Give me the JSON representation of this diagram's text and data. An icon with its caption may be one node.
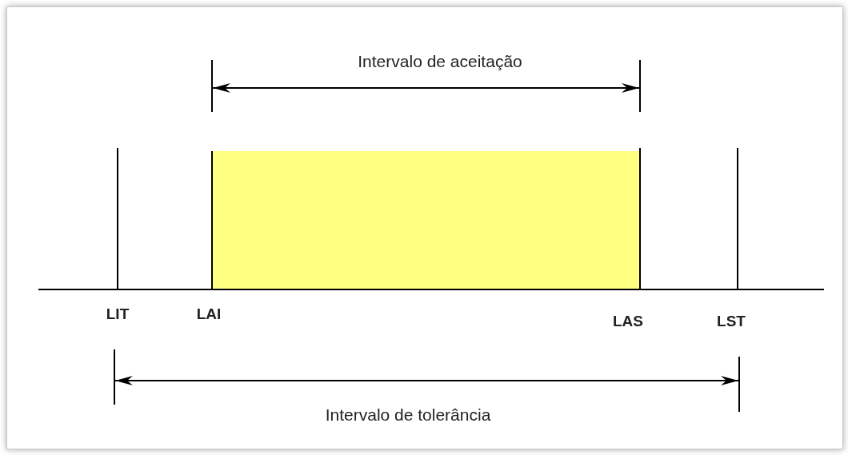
{
  "diagram": {
    "nodes": [
      {
        "text": [],
        "shape": "box"
      }
    ],
    "labels": [
      "Intervalo de aceitação",
      "LIT",
      "LAI",
      "LAS",
      "LST",
      "Intervalo de tolerância"
    ]
  }
}
